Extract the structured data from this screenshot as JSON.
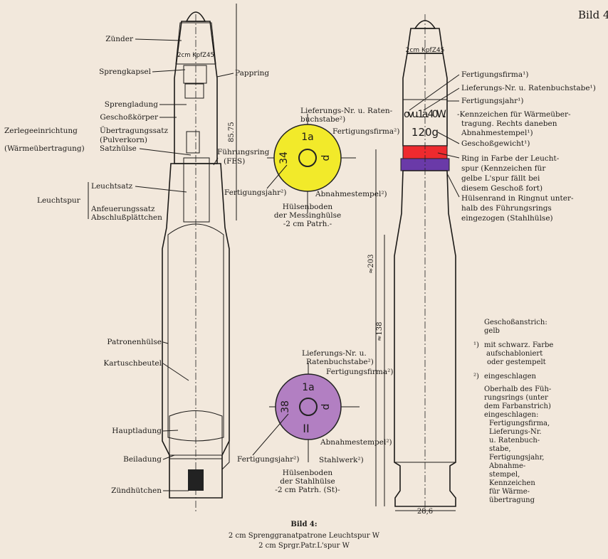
{
  "figure_label": "Bild 4",
  "caption": {
    "title": "Bild 4:",
    "line1": "2 cm Sprenggranatpatrone Leuchtspur W",
    "line2": "2 cm Sprgr.Patr.L'spur W"
  },
  "section_labels": {
    "zuender": "Zünder",
    "sprengkapsel": "Sprengkapsel",
    "pappring": "Pappring",
    "sprengladung": "Sprengladung",
    "geschosskoerper": "Geschoßkörper",
    "zerlegeeinrichtung": "Zerlegeeinrichtung",
    "waermeuebertragung": "(Wärmeübertragung)",
    "uebertragungssatz": "Übertragungssatz",
    "pulverkorn": "(Pulverkorn)",
    "satzhuelse": "Satzhülse",
    "fuehrungsring": "Führungsring",
    "fes": "(FES)",
    "leuchtspur": "Leuchtspur",
    "leuchtsatz": "Leuchtsatz",
    "anfeuerungssatz": "Anfeuerungssatz",
    "abschlussplaettchen": "Abschlußplättchen",
    "patronenhuelse": "Patronenhülse",
    "kartuschbeutel": "Kartuschbeutel",
    "hauptladung": "Hauptladung",
    "beiladung": "Beiladung",
    "zuendhuetchen": "Zündhütchen",
    "fuze_marking": "2cm KpfZ45"
  },
  "dimensions": {
    "projectile_length": "85.75",
    "total_length": "≈203",
    "case_length": "≈138",
    "rim_diameter": "28,6"
  },
  "brass_base": {
    "lot": "1a",
    "year": "34",
    "maker": "d",
    "label_lot": [
      "Lieferungs-Nr. u. Raten-",
      "buchstabe²)"
    ],
    "label_maker": "Fertigungsfirma²)",
    "label_year": "Fertigungsjahr²)",
    "label_stamp": "Abnahmestempel²)",
    "caption": [
      "Hülsenboden",
      "der Messinghülse",
      "-2 cm Patrh.-"
    ],
    "color": "#f2ea2a"
  },
  "steel_base": {
    "lot": "1a",
    "year": "38",
    "maker": "d",
    "steelworks": "II",
    "label_lot": [
      "Lieferungs-Nr. u.",
      "Ratenbuchstabe²)"
    ],
    "label_maker": "Fertigungsfirma²)",
    "label_year": "Fertigungsjahr²)",
    "label_stamp": "Abnahmestempel²)",
    "label_steelworks": "Stahlwerk²)",
    "caption": [
      "Hülsenboden",
      "der Stahlhülse",
      "-2 cm Patrh. (St)-"
    ],
    "color": "#b27fc2"
  },
  "external_view": {
    "fuze_marking": "2cm KpfZ45",
    "shell_marking": "ovu.1a.40W.",
    "weight_marking": "120g",
    "labels": {
      "firma": "Fertigungsfirma¹)",
      "lieferung": "Lieferungs-Nr. u. Ratenbuchstabe¹)",
      "jahr": "Fertigungsjahr¹)",
      "kennzeichen": [
        "-Kennzeichen für Wärmeüber-",
        "tragung. Rechts daneben",
        "Abnahmestempel¹)"
      ],
      "gewicht": "Geschoßgewicht¹)",
      "ring": [
        "Ring in Farbe der Leucht-",
        "spur (Kennzeichen für",
        "gelbe L'spur fällt bei",
        "diesem Geschoß fort)"
      ],
      "huelsenrand": [
        "Hülsenrand in Ringnut unter-",
        "halb des Führungsrings",
        "eingezogen (Stahlhülse)"
      ]
    },
    "colors": {
      "shell": "#f08a1e",
      "ring": "#ee2a2e",
      "case": "#b07dc0",
      "band": "#6a3aa8"
    }
  },
  "notes": {
    "anstrich": [
      "Geschoßanstrich:",
      "gelb"
    ],
    "note1_mark": "¹)",
    "note1": [
      "mit schwarz. Farbe",
      "aufschabloniert",
      "oder gestempelt"
    ],
    "note2_mark": "²)",
    "note2": "eingeschlagen",
    "note2_detail": [
      "Oberhalb des Füh-",
      "rungsrings (unter",
      "dem Farbanstrich)",
      "eingeschlagen:",
      "Fertigungsfirma,",
      "Lieferungs-Nr.",
      "u. Ratenbuch-",
      "stabe,",
      "Fertigungsjahr,",
      "Abnahme-",
      "stempel,",
      "Kennzeichen",
      "für Wärme-",
      "übertragung"
    ]
  }
}
